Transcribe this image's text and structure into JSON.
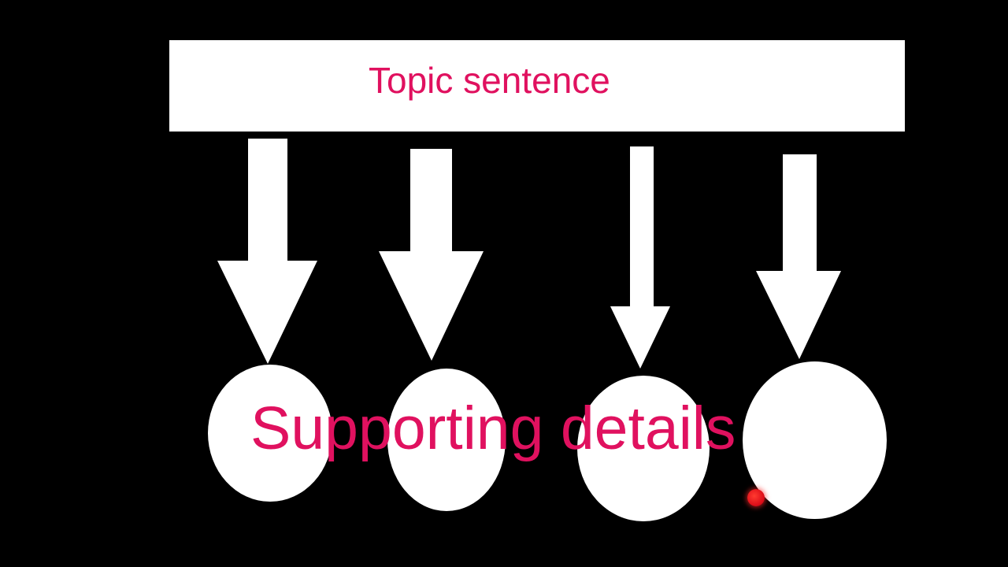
{
  "diagram": {
    "topic_label": "Topic sentence",
    "details_label": "Supporting details",
    "arrow_count": 4,
    "detail_count": 4
  },
  "colors": {
    "background": "#000000",
    "shape_fill": "#ffffff",
    "text_accent": "#e0115f",
    "pointer": "#e0101a"
  },
  "icons": {
    "arrow": "down-arrow-icon",
    "pointer": "laser-pointer-icon"
  }
}
